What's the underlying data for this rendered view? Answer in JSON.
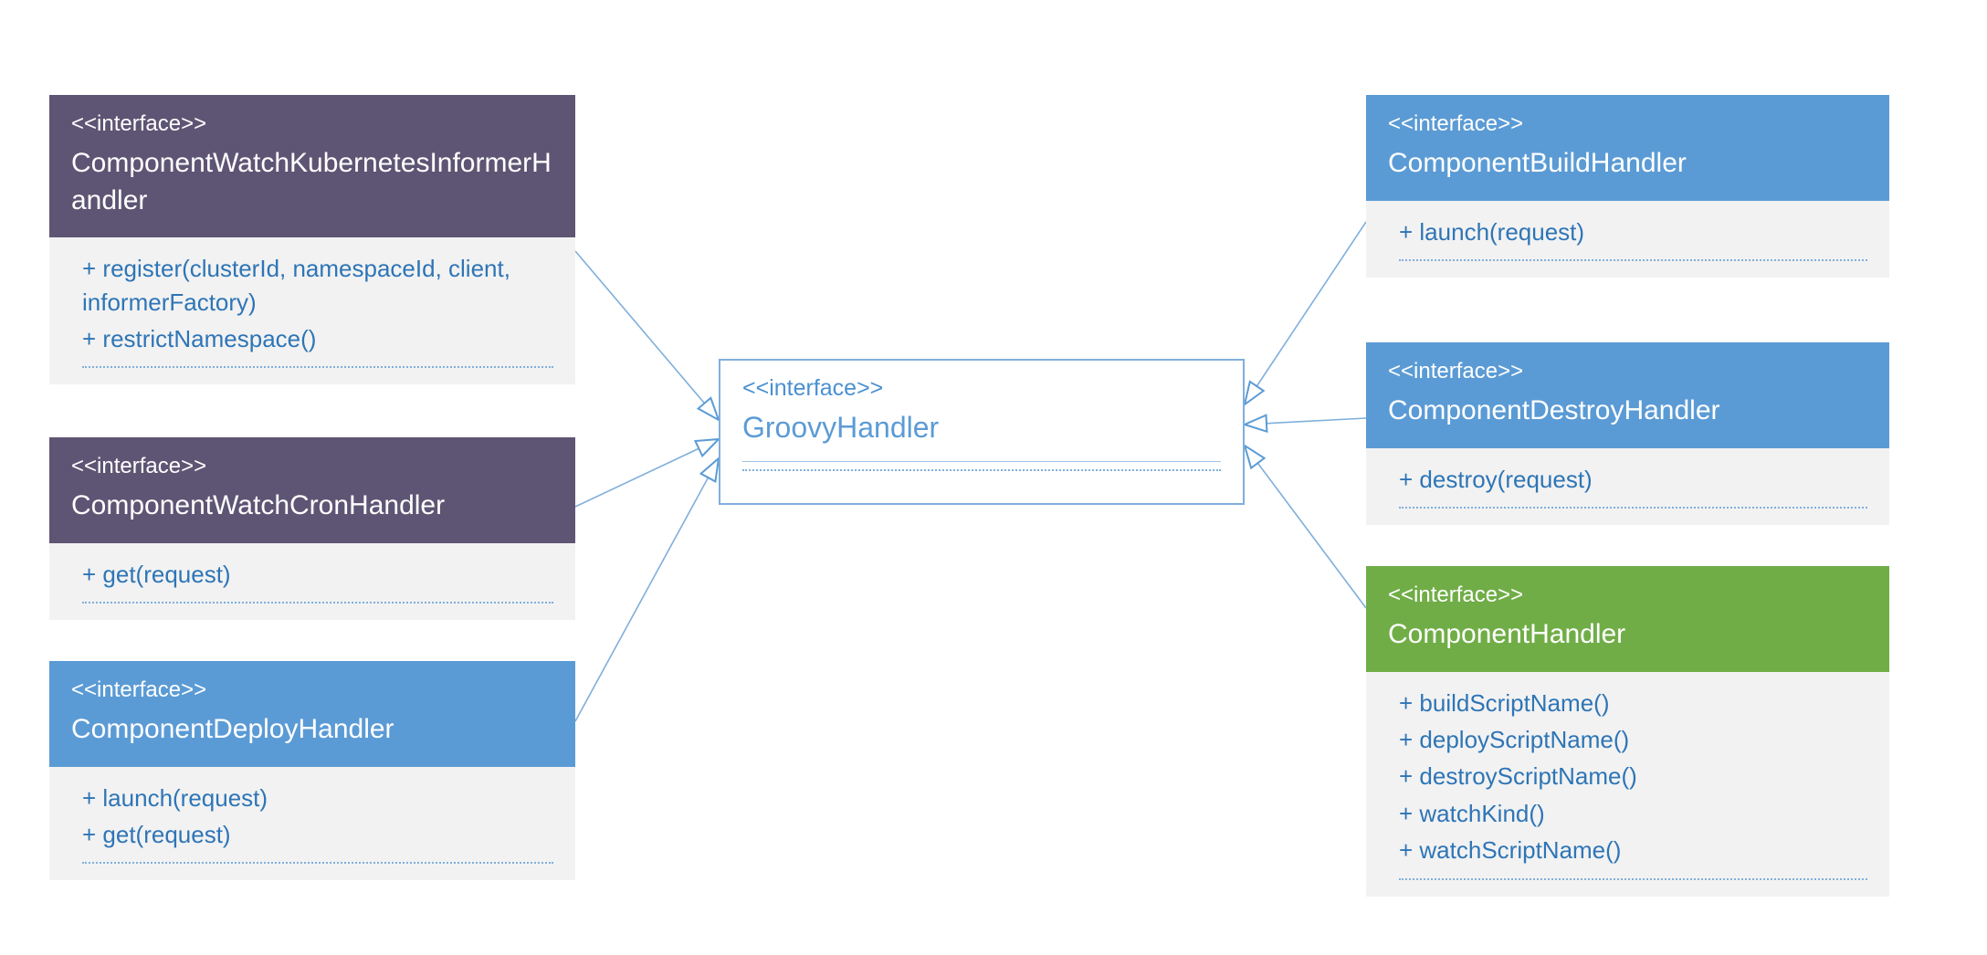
{
  "diagram": {
    "type": "uml-class-diagram",
    "colors": {
      "purple_header": "#5E5574",
      "blue_header": "#5B9BD5",
      "green_header": "#70AD47",
      "body_background": "#F2F2F2",
      "method_text": "#2E75B6",
      "center_text": "#5B9BD5",
      "connector_line": "#7FAFDC"
    },
    "boxes": [
      {
        "stereotype": "<<interface>>",
        "name": "ComponentWatchKubernetesInformerHandler",
        "methods": [
          "+ register(clusterId, namespaceId, client, informerFactory)",
          "+ restrictNamespace()"
        ]
      },
      {
        "stereotype": "<<interface>>",
        "name": "ComponentWatchCronHandler",
        "methods": [
          "+ get(request)"
        ]
      },
      {
        "stereotype": "<<interface>>",
        "name": "ComponentDeployHandler",
        "methods": [
          "+ launch(request)",
          "+ get(request)"
        ]
      },
      {
        "stereotype": "<<interface>>",
        "name": "GroovyHandler",
        "methods": []
      },
      {
        "stereotype": "<<interface>>",
        "name": "ComponentBuildHandler",
        "methods": [
          "+ launch(request)"
        ]
      },
      {
        "stereotype": "<<interface>>",
        "name": "ComponentDestroyHandler",
        "methods": [
          "+ destroy(request)"
        ]
      },
      {
        "stereotype": "<<interface>>",
        "name": "ComponentHandler",
        "methods": [
          "+ buildScriptName()",
          "+ deployScriptName()",
          "+ destroyScriptName()",
          "+ watchKind()",
          "+ watchScriptName()"
        ]
      }
    ],
    "relations": [
      {
        "from": "ComponentWatchKubernetesInformerHandler",
        "to": "GroovyHandler",
        "type": "realization"
      },
      {
        "from": "ComponentWatchCronHandler",
        "to": "GroovyHandler",
        "type": "realization"
      },
      {
        "from": "ComponentDeployHandler",
        "to": "GroovyHandler",
        "type": "realization"
      },
      {
        "from": "ComponentBuildHandler",
        "to": "GroovyHandler",
        "type": "realization"
      },
      {
        "from": "ComponentDestroyHandler",
        "to": "GroovyHandler",
        "type": "realization"
      },
      {
        "from": "ComponentHandler",
        "to": "GroovyHandler",
        "type": "realization"
      }
    ]
  }
}
